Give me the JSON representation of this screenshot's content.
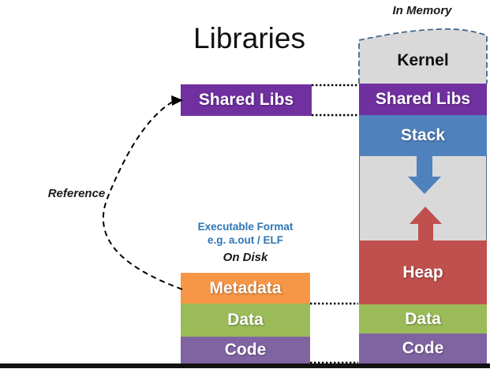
{
  "title": "Libraries",
  "annotations": {
    "in_memory": "In Memory",
    "on_disk": "On Disk",
    "reference": "Reference",
    "executable_format_line1": "Executable Format",
    "executable_format_line2": "e.g.  a.out / ELF"
  },
  "memory_column": {
    "kernel": "Kernel",
    "shared_libs": "Shared Libs",
    "stack": "Stack",
    "heap": "Heap",
    "data": "Data",
    "code": "Code"
  },
  "disk_column": {
    "metadata": "Metadata",
    "data": "Data",
    "code": "Code"
  },
  "library_box": {
    "label": "Shared Libs"
  },
  "colors": {
    "shared_libs_purple": "#7030a0",
    "code_purple": "#8064a2",
    "stack_blue": "#4f81bd",
    "heap_red": "#c0504d",
    "data_green": "#9bbb59",
    "metadata_orange": "#f79646",
    "kernel_gray": "#d9d9d9",
    "memory_outline_blue": "#44678d",
    "exec_text_blue": "#2e75b6",
    "connector_black": "#000000",
    "bottom_bar_black": "#121212"
  }
}
